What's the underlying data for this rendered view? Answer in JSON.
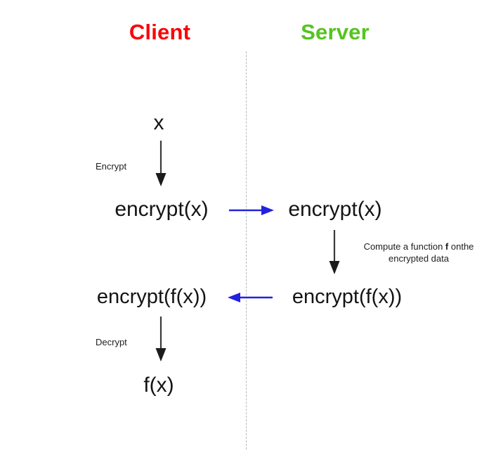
{
  "diagram": {
    "title_client": "Client",
    "title_server": "Server",
    "colors": {
      "client": "#fb0207",
      "server": "#55c41e",
      "arrow_gray": "#3a3a3a",
      "arrow_blue": "#2222dd",
      "divider": "#b8b8b8",
      "text": "#141414",
      "background": "#ffffff"
    },
    "client_column": {
      "plaintext_input": "x",
      "encrypted_value": "encrypt(x)",
      "encrypted_result": "encrypt(f(x))",
      "plaintext_output": "f(x)",
      "encrypt_label": "Encrypt",
      "decrypt_label": "Decrypt"
    },
    "server_column": {
      "encrypted_value": "encrypt(x)",
      "encrypted_result": "encrypt(f(x))",
      "compute_label_line1": "Compute a function ",
      "compute_label_bold": "f",
      "compute_label_line1_tail": " on",
      "compute_label_line2": "the encrypted data"
    },
    "arrows": {
      "client_encrypt_down": "vertical-arrow-down",
      "client_to_server": "horizontal-arrow-right",
      "server_compute_down": "vertical-arrow-down",
      "server_to_client": "horizontal-arrow-left",
      "client_decrypt_down": "vertical-arrow-down"
    },
    "divider_label": "client-server-boundary"
  }
}
